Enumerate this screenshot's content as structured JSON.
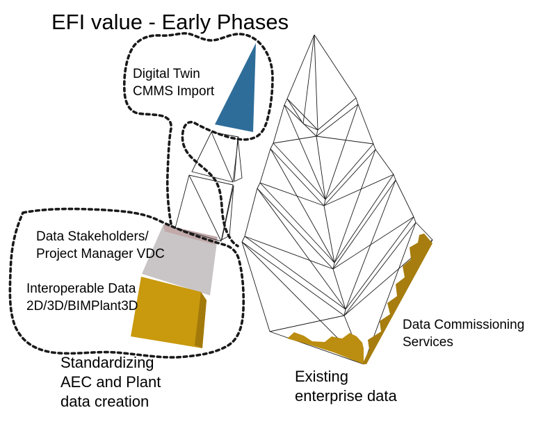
{
  "title": "EFI value - Early Phases",
  "annotations": {
    "digital_twin": "Digital Twin\nCMMS Import",
    "data_stakeholders": "Data Stakeholders/\nProject Manager VDC",
    "interoperable_data": "Interoperable Data\n2D/3D/BIMPlant3D",
    "standardizing": "Standardizing\nAEC and Plant\ndata creation",
    "existing_enterprise": "Existing\nenterprise data",
    "data_commissioning": "Data Commissioning\nServices"
  },
  "colors": {
    "background": "#ffffff",
    "line": "#1a1a1a",
    "blue_section": "#2e6d99",
    "gray_section": "#c9c5c6",
    "pink_band": "#c2a9aa",
    "gold_section": "#c9990e",
    "gold_section_side": "#a2790b",
    "gold_splash_bottom": "#bb8d10",
    "gold_splash_right": "#a67d0e"
  }
}
